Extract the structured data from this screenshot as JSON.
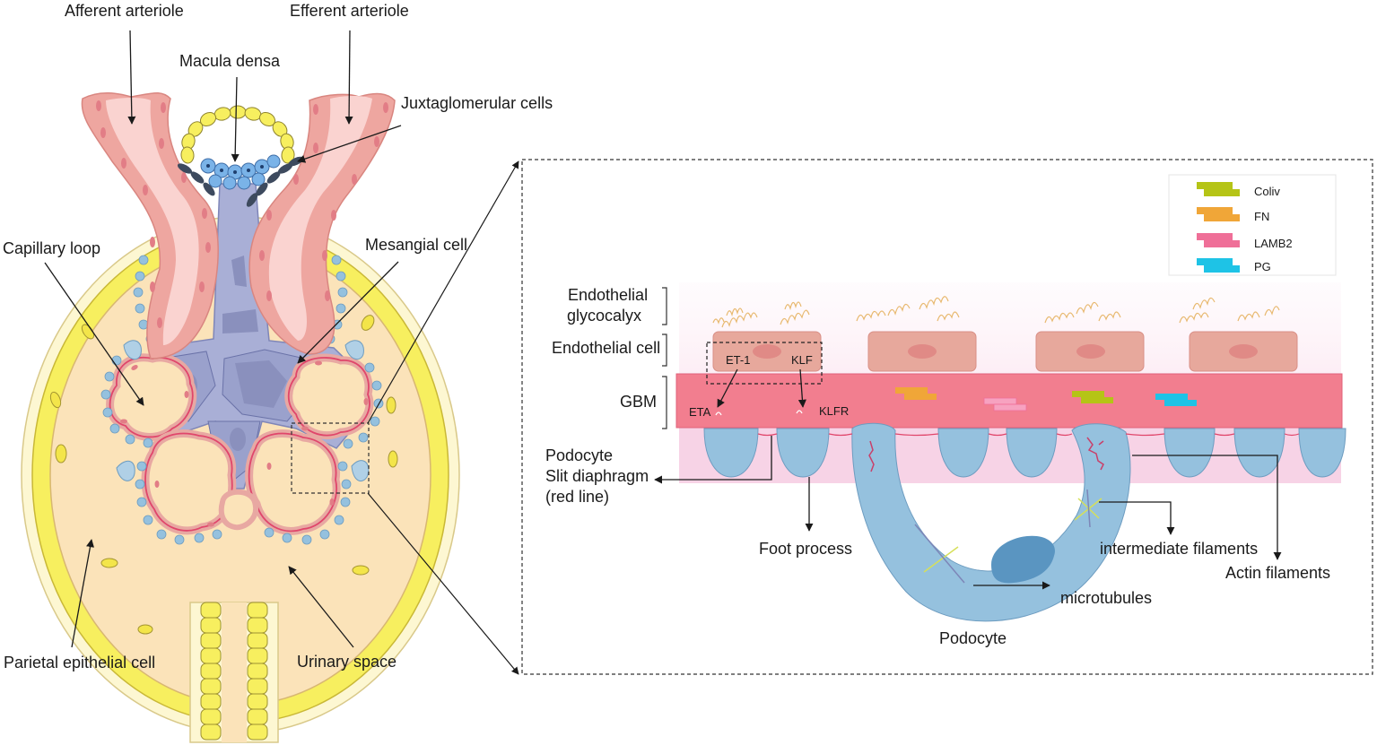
{
  "labels": {
    "afferent_arteriole": "Afferent arteriole",
    "efferent_arteriole": "Efferent arteriole",
    "macula_densa": "Macula densa",
    "juxtaglomerular_cells": "Juxtaglomerular cells",
    "capillary_loop": "Capillary loop",
    "mesangial_cell": "Mesangial cell",
    "parietal_epithelial_cell": "Parietal epithelial cell",
    "urinary_space": "Urinary space",
    "endothelial_glycocalyx_line1": "Endothelial",
    "endothelial_glycocalyx_line2": "glycocalyx",
    "endothelial_cell": "Endothelial cell",
    "gbm": "GBM",
    "podocyte_slit_line1": "Podocyte",
    "podocyte_slit_line2": "Slit diaphragm",
    "podocyte_slit_line3": "(red line)",
    "et1": "ET-1",
    "klf": "KLF",
    "eta": "ETA",
    "klfr": "KLFR",
    "foot_process": "Foot process",
    "intermediate_filaments": "intermediate filaments",
    "actin_filaments": "Actin filaments",
    "microtubules": "microtubules",
    "podocyte": "Podocyte"
  },
  "legend": [
    {
      "label": "Coliv",
      "color": "#b5c416"
    },
    {
      "label": "FN",
      "color": "#f0a638"
    },
    {
      "label": "LAMB2",
      "color": "#ef6f98"
    },
    {
      "label": "PG",
      "color": "#1ec3e6"
    }
  ],
  "colors": {
    "arteriole": "#eea6a0",
    "capsule_outer": "#fdf7d2",
    "capsule_yellow": "#f7ef5f",
    "urinary_space": "#fbe3b9",
    "mesangium": "#a9afd6",
    "podocyte": "#95c1de",
    "gbm": "#f27e8f",
    "endothelial_cell": "#e7a89c",
    "glycocalyx_fibers": "#e8b970"
  }
}
